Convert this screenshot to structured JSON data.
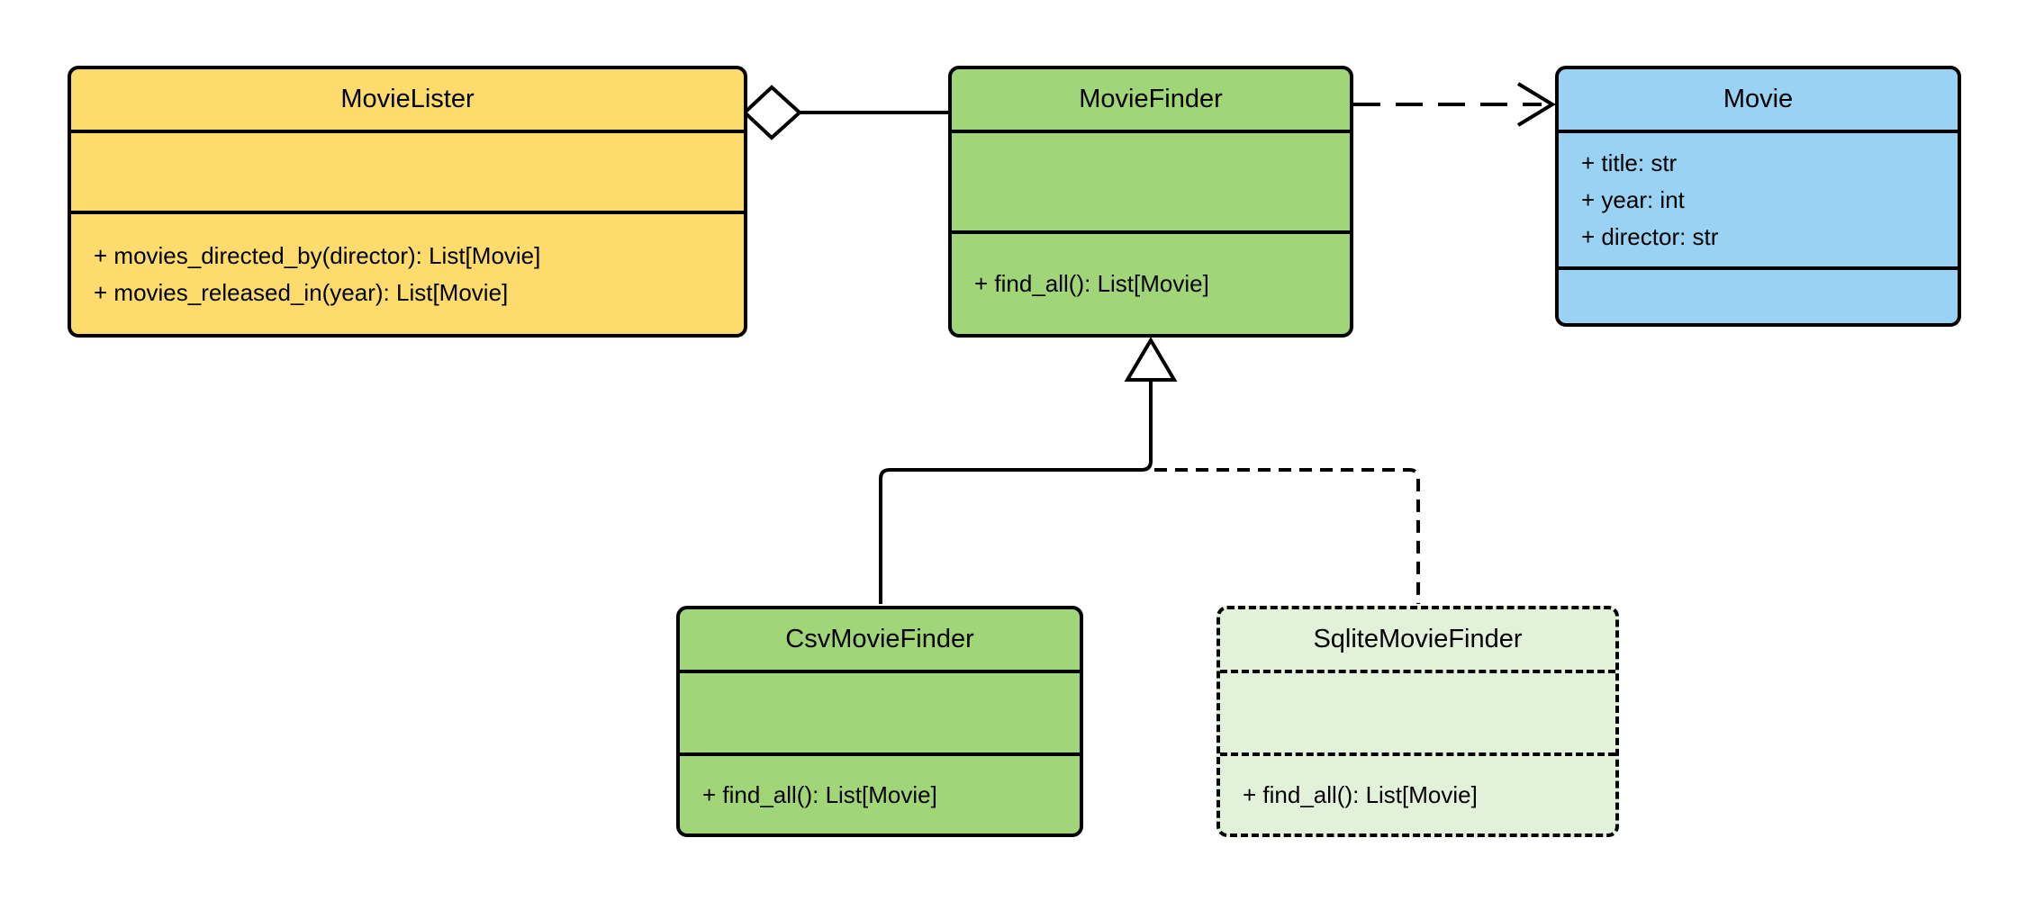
{
  "page": {
    "background": "#ffffff"
  },
  "diagram": {
    "type": "uml-class-diagram",
    "line_color": "#000000",
    "marker_fill": "#ffffff",
    "classes": [
      {
        "name": "MovieLister",
        "fill": "#FDDB6D",
        "border": "solid",
        "attributes": [],
        "methods": [
          "+ movies_directed_by(director): List[Movie]",
          "+ movies_released_in(year): List[Movie]"
        ]
      },
      {
        "name": "MovieFinder",
        "fill": "#A0D678",
        "border": "solid",
        "attributes": [],
        "methods": [
          "+ find_all(): List[Movie]"
        ]
      },
      {
        "name": "Movie",
        "fill": "#99D2F2",
        "border": "solid",
        "attributes": [
          "+ title: str",
          "+ year: int",
          "+ director: str"
        ],
        "methods": []
      },
      {
        "name": "CsvMovieFinder",
        "fill": "#A0D678",
        "border": "solid",
        "attributes": [],
        "methods": [
          "+ find_all(): List[Movie]"
        ]
      },
      {
        "name": "SqliteMovieFinder",
        "fill": "#E2F2DA",
        "border": "dashed",
        "attributes": [],
        "methods": [
          "+ find_all(): List[Movie]"
        ]
      }
    ],
    "relationships": [
      {
        "type": "aggregation",
        "from": "MovieLister",
        "to": "MovieFinder",
        "line": "solid",
        "marker": "hollow-diamond-at-movielister"
      },
      {
        "type": "dependency",
        "from": "MovieFinder",
        "to": "Movie",
        "line": "dashed",
        "marker": "open-arrow-at-movie"
      },
      {
        "type": "generalization",
        "from": "CsvMovieFinder",
        "to": "MovieFinder",
        "line": "solid",
        "marker": "hollow-triangle-at-moviefinder"
      },
      {
        "type": "realization",
        "from": "SqliteMovieFinder",
        "to": "MovieFinder",
        "line": "dashed",
        "marker": "hollow-triangle-at-moviefinder"
      }
    ]
  }
}
